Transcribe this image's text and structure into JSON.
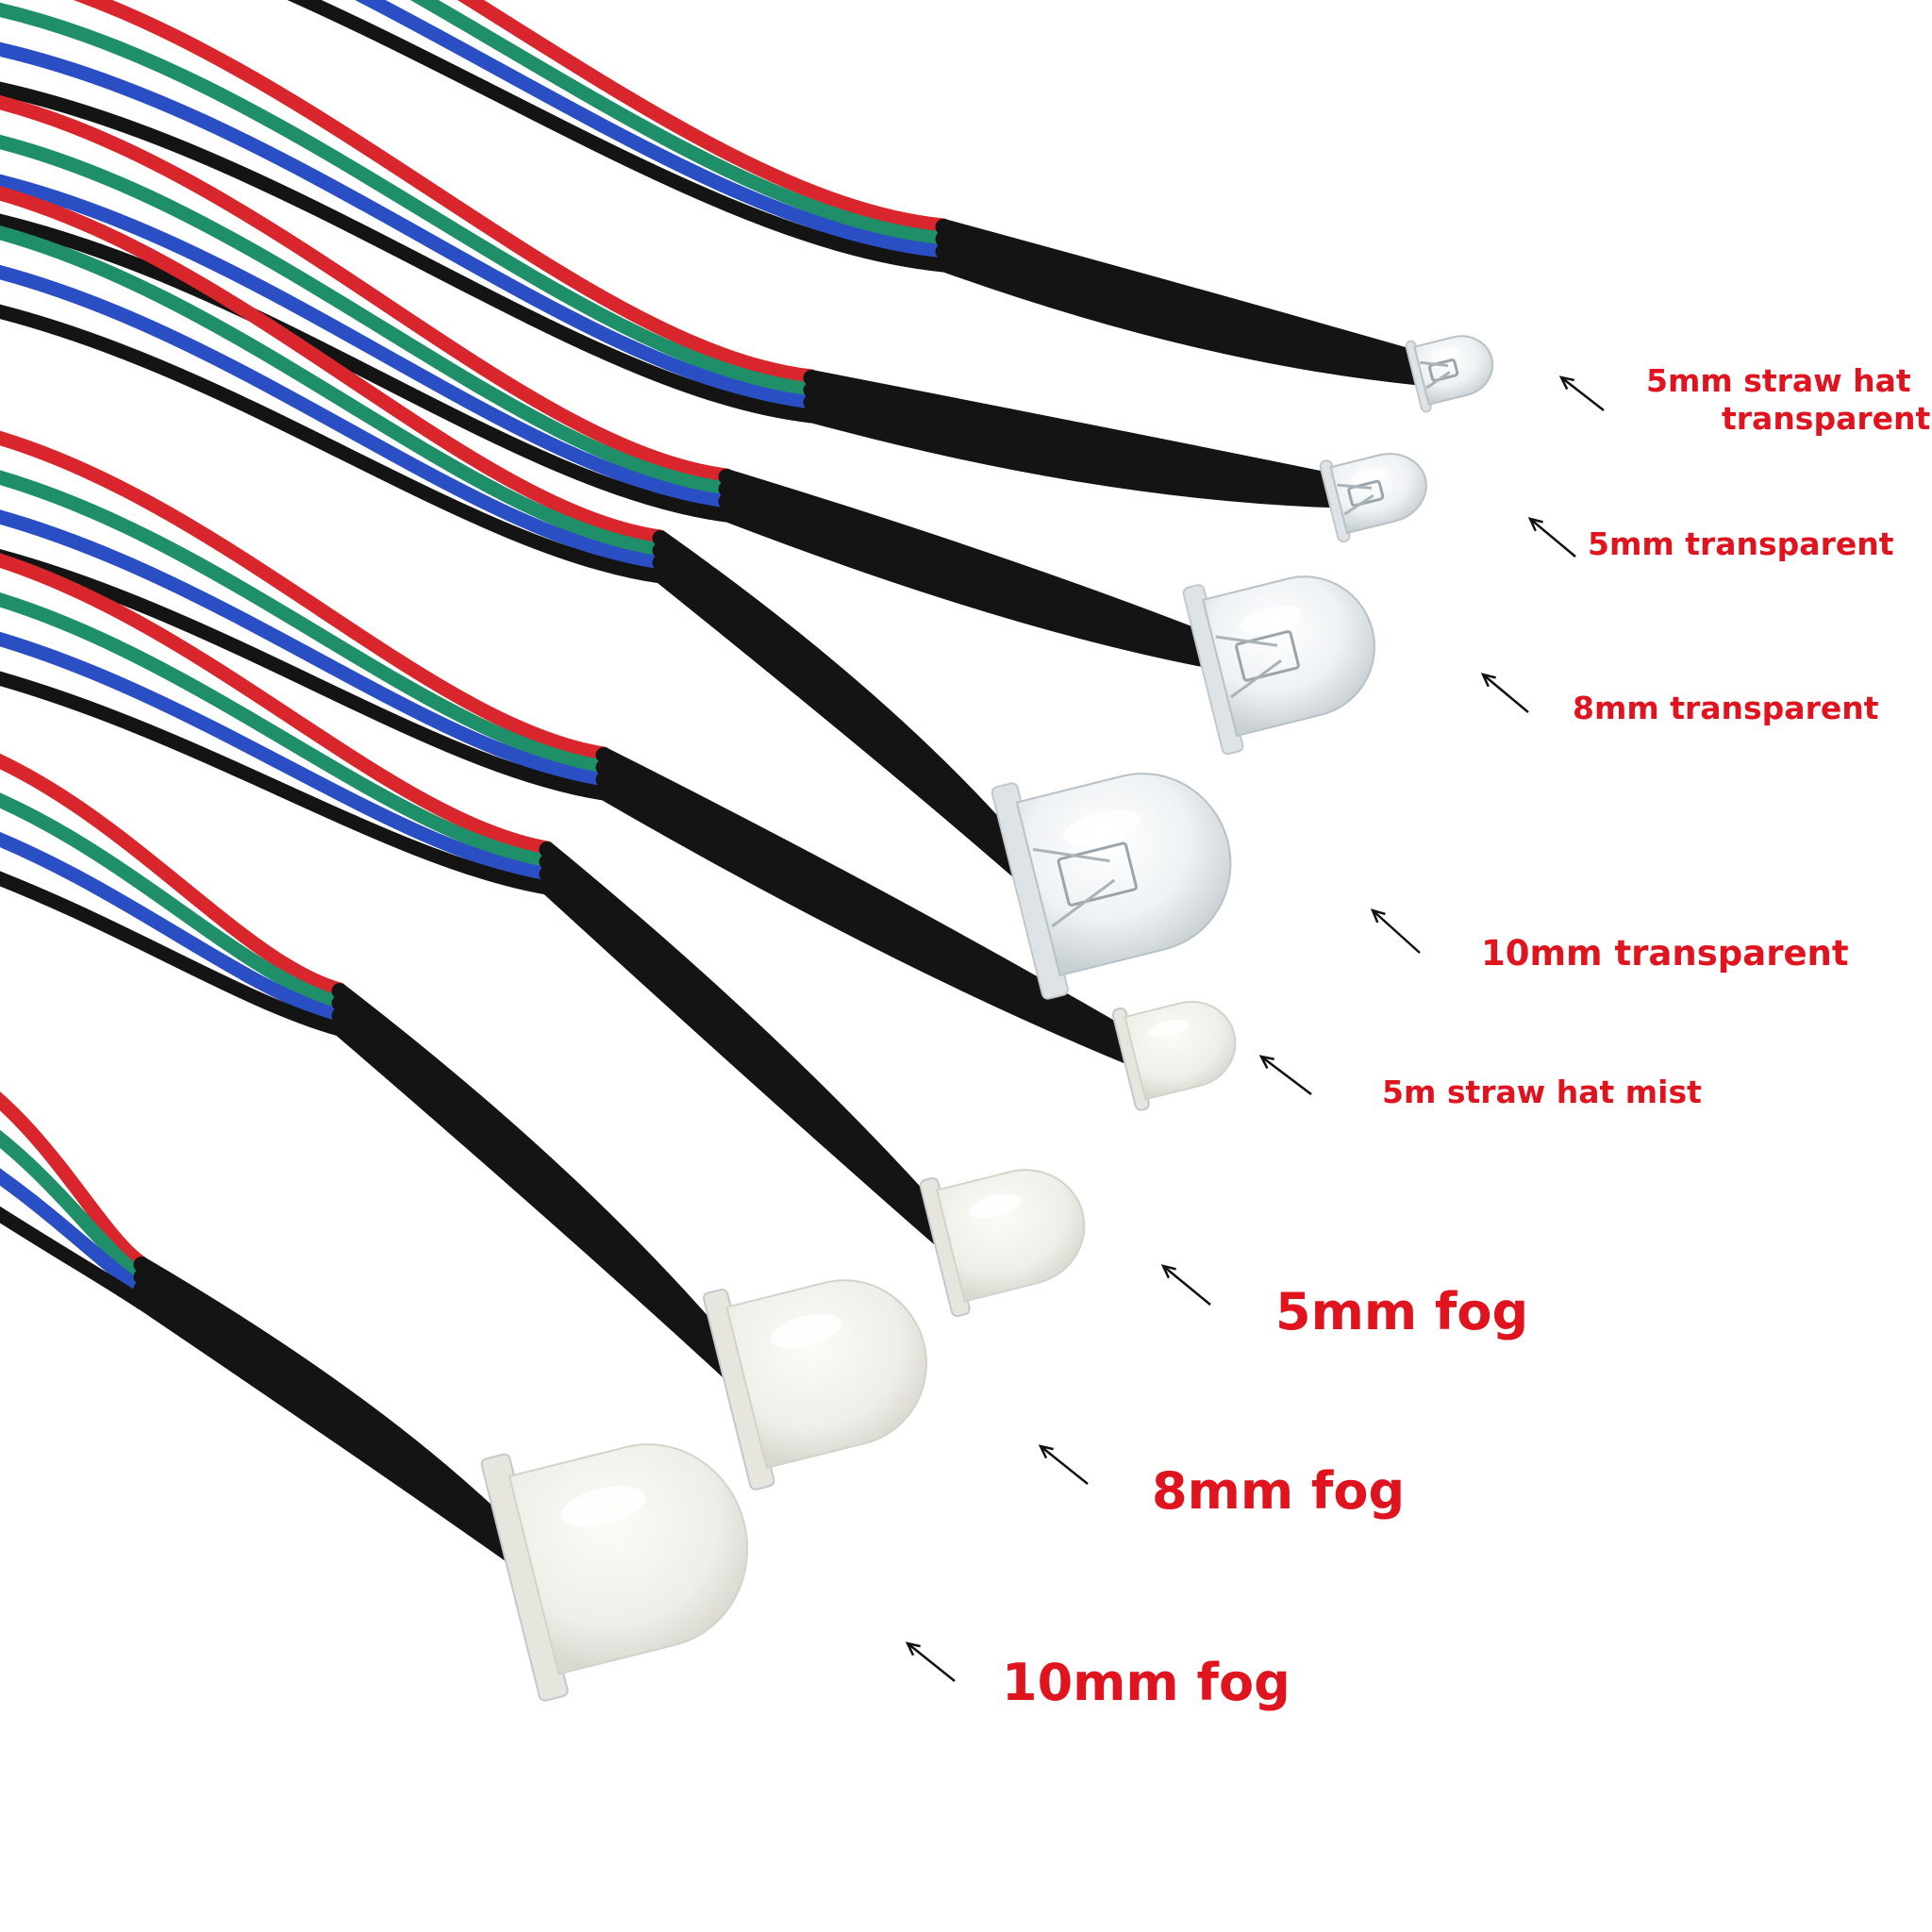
{
  "labels": [
    {
      "lines": [
        "5mm straw hat",
        "transparent"
      ]
    },
    {
      "lines": [
        "5mm transparent"
      ]
    },
    {
      "lines": [
        "8mm transparent"
      ]
    },
    {
      "lines": [
        "10mm transparent"
      ]
    },
    {
      "lines": [
        "5m straw hat mist"
      ]
    },
    {
      "lines": [
        "5mm fog"
      ]
    },
    {
      "lines": [
        "8mm fog"
      ]
    },
    {
      "lines": [
        "10mm fog"
      ]
    }
  ],
  "colors": {
    "label": "#e0141e",
    "wire_red": "#d8262c",
    "wire_green": "#1f8f6a",
    "wire_blue": "#2a4fc4",
    "wire_black": "#141414",
    "background": "#ffffff"
  }
}
